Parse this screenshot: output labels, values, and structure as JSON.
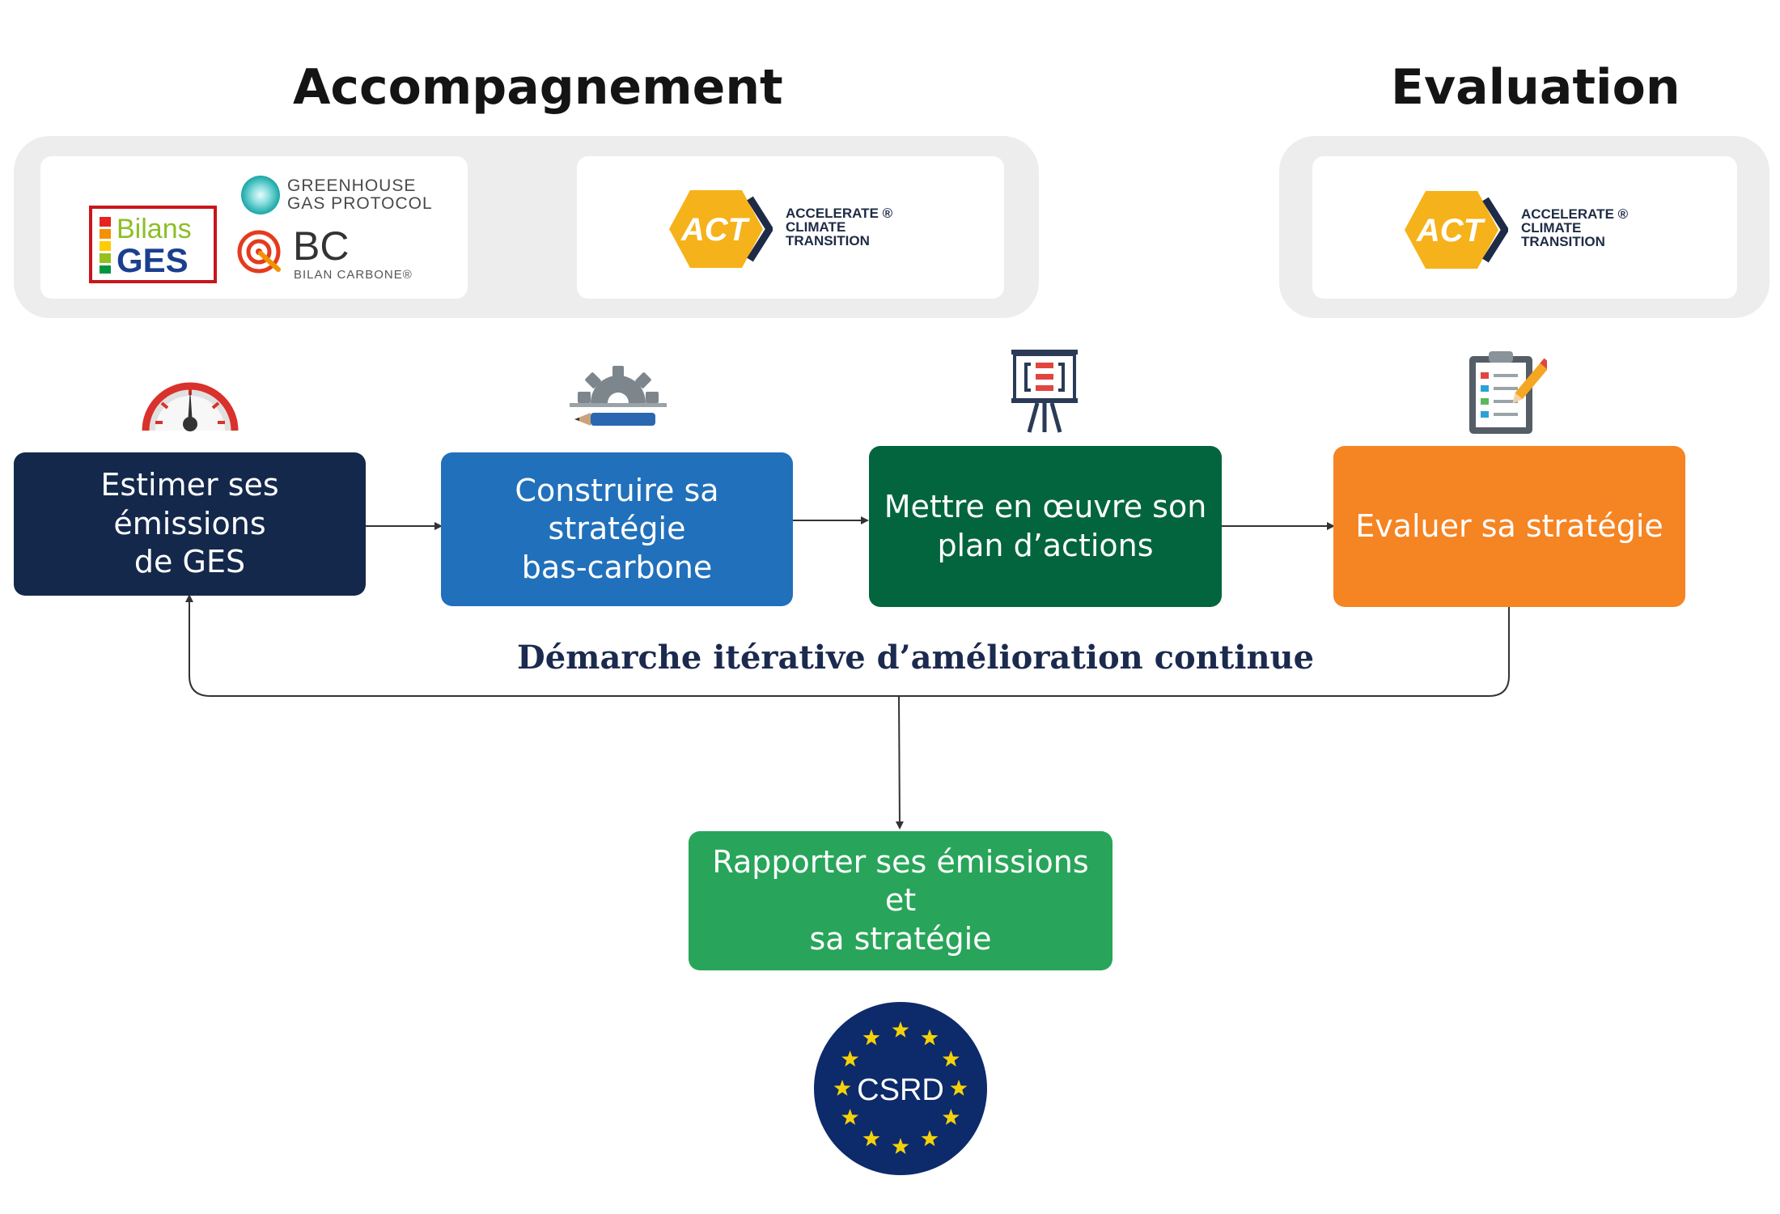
{
  "headings": {
    "accompagnement": "Accompagnement",
    "evaluation": "Evaluation"
  },
  "logos": {
    "bilans_ges": {
      "line1": "Bilans",
      "line2": "GES"
    },
    "ghg_protocol": {
      "line1": "GREENHOUSE",
      "line2": "GAS PROTOCOL"
    },
    "bilan_carbone": {
      "mark": "BC",
      "sub": "BILAN CARBONE®"
    },
    "act": {
      "mark": "ACT",
      "line1": "ACCELERATE ®",
      "line2": "CLIMATE",
      "line3": "TRANSITION"
    }
  },
  "steps": {
    "estimer": {
      "line1": "Estimer ses émissions",
      "line2": "de GES",
      "color": "#14284b"
    },
    "construire": {
      "line1": "Construire sa stratégie",
      "line2": "bas-carbone",
      "color": "#2170bb"
    },
    "mettre": {
      "line1": "Mettre en œuvre son",
      "line2": "plan d’actions",
      "color": "#02653e"
    },
    "evaluer": {
      "line1": "Evaluer sa stratégie",
      "color": "#f58423"
    },
    "rapporter": {
      "line1": "Rapporter ses émissions et",
      "line2": "sa stratégie",
      "color": "#28a55a"
    }
  },
  "icons": {
    "estimer": "speedometer-icon",
    "construire": "gear-pencil-icon",
    "mettre": "presentation-board-icon",
    "evaluer": "checklist-clipboard-icon"
  },
  "iterative_label": "Démarche itérative d’amélioration continue",
  "csrd": {
    "label": "CSRD",
    "color": "#0d2a6b",
    "star_color": "#f4d20a"
  }
}
